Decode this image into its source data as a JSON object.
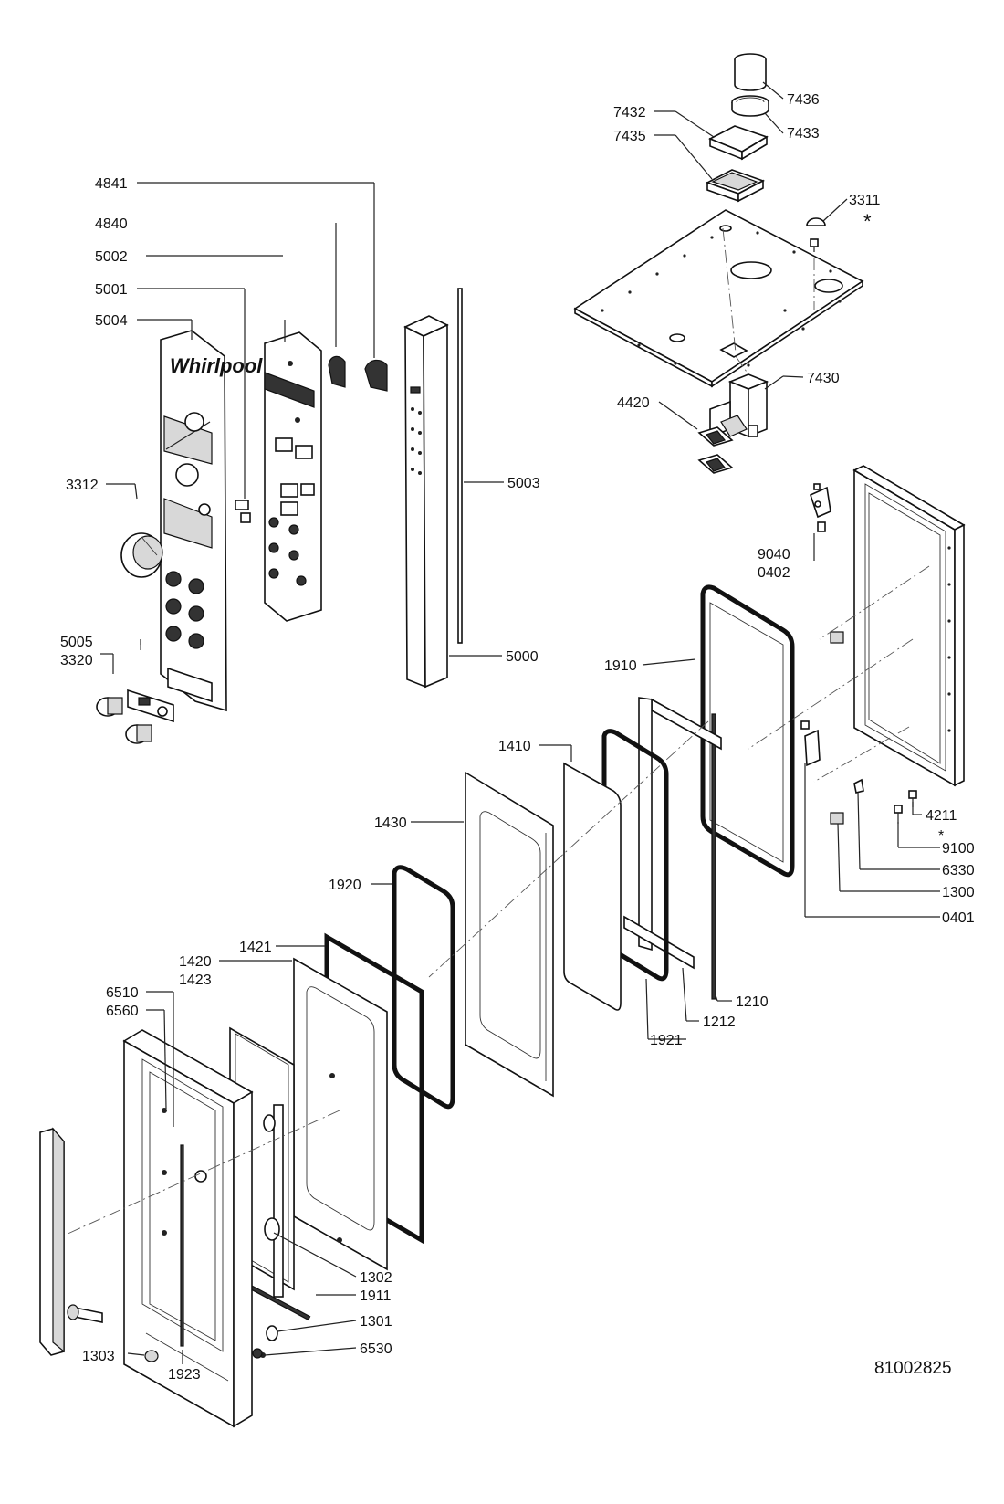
{
  "diagram": {
    "drawing_number": "81002825",
    "callouts": {
      "c7436": "7436",
      "c7433": "7433",
      "c7432": "7432",
      "c7435": "7435",
      "c3311": "3311",
      "cstar1": "*",
      "c4841": "4841",
      "c4840": "4840",
      "c5002": "5002",
      "c5001": "5001",
      "c5004": "5004",
      "c7430": "7430",
      "c4420": "4420",
      "c3312": "3312",
      "c5003": "5003",
      "c9040": "9040",
      "c0402": "0402",
      "c5005": "5005",
      "c3320": "3320",
      "c5000": "5000",
      "c1910": "1910",
      "c1410": "1410",
      "c4211": "4211",
      "cstar2": "*",
      "c1430": "1430",
      "c9100": "9100",
      "c6330": "6330",
      "c1920": "1920",
      "c1300": "1300",
      "c0401": "0401",
      "c1421": "1421",
      "c1420": "1420",
      "c1423": "1423",
      "c6510": "6510",
      "c1210": "1210",
      "c6560": "6560",
      "c1212": "1212",
      "c1921": "1921",
      "c1302": "1302",
      "c1911": "1911",
      "c1301": "1301",
      "c6530": "6530",
      "c1303": "1303",
      "c1923": "1923"
    }
  }
}
